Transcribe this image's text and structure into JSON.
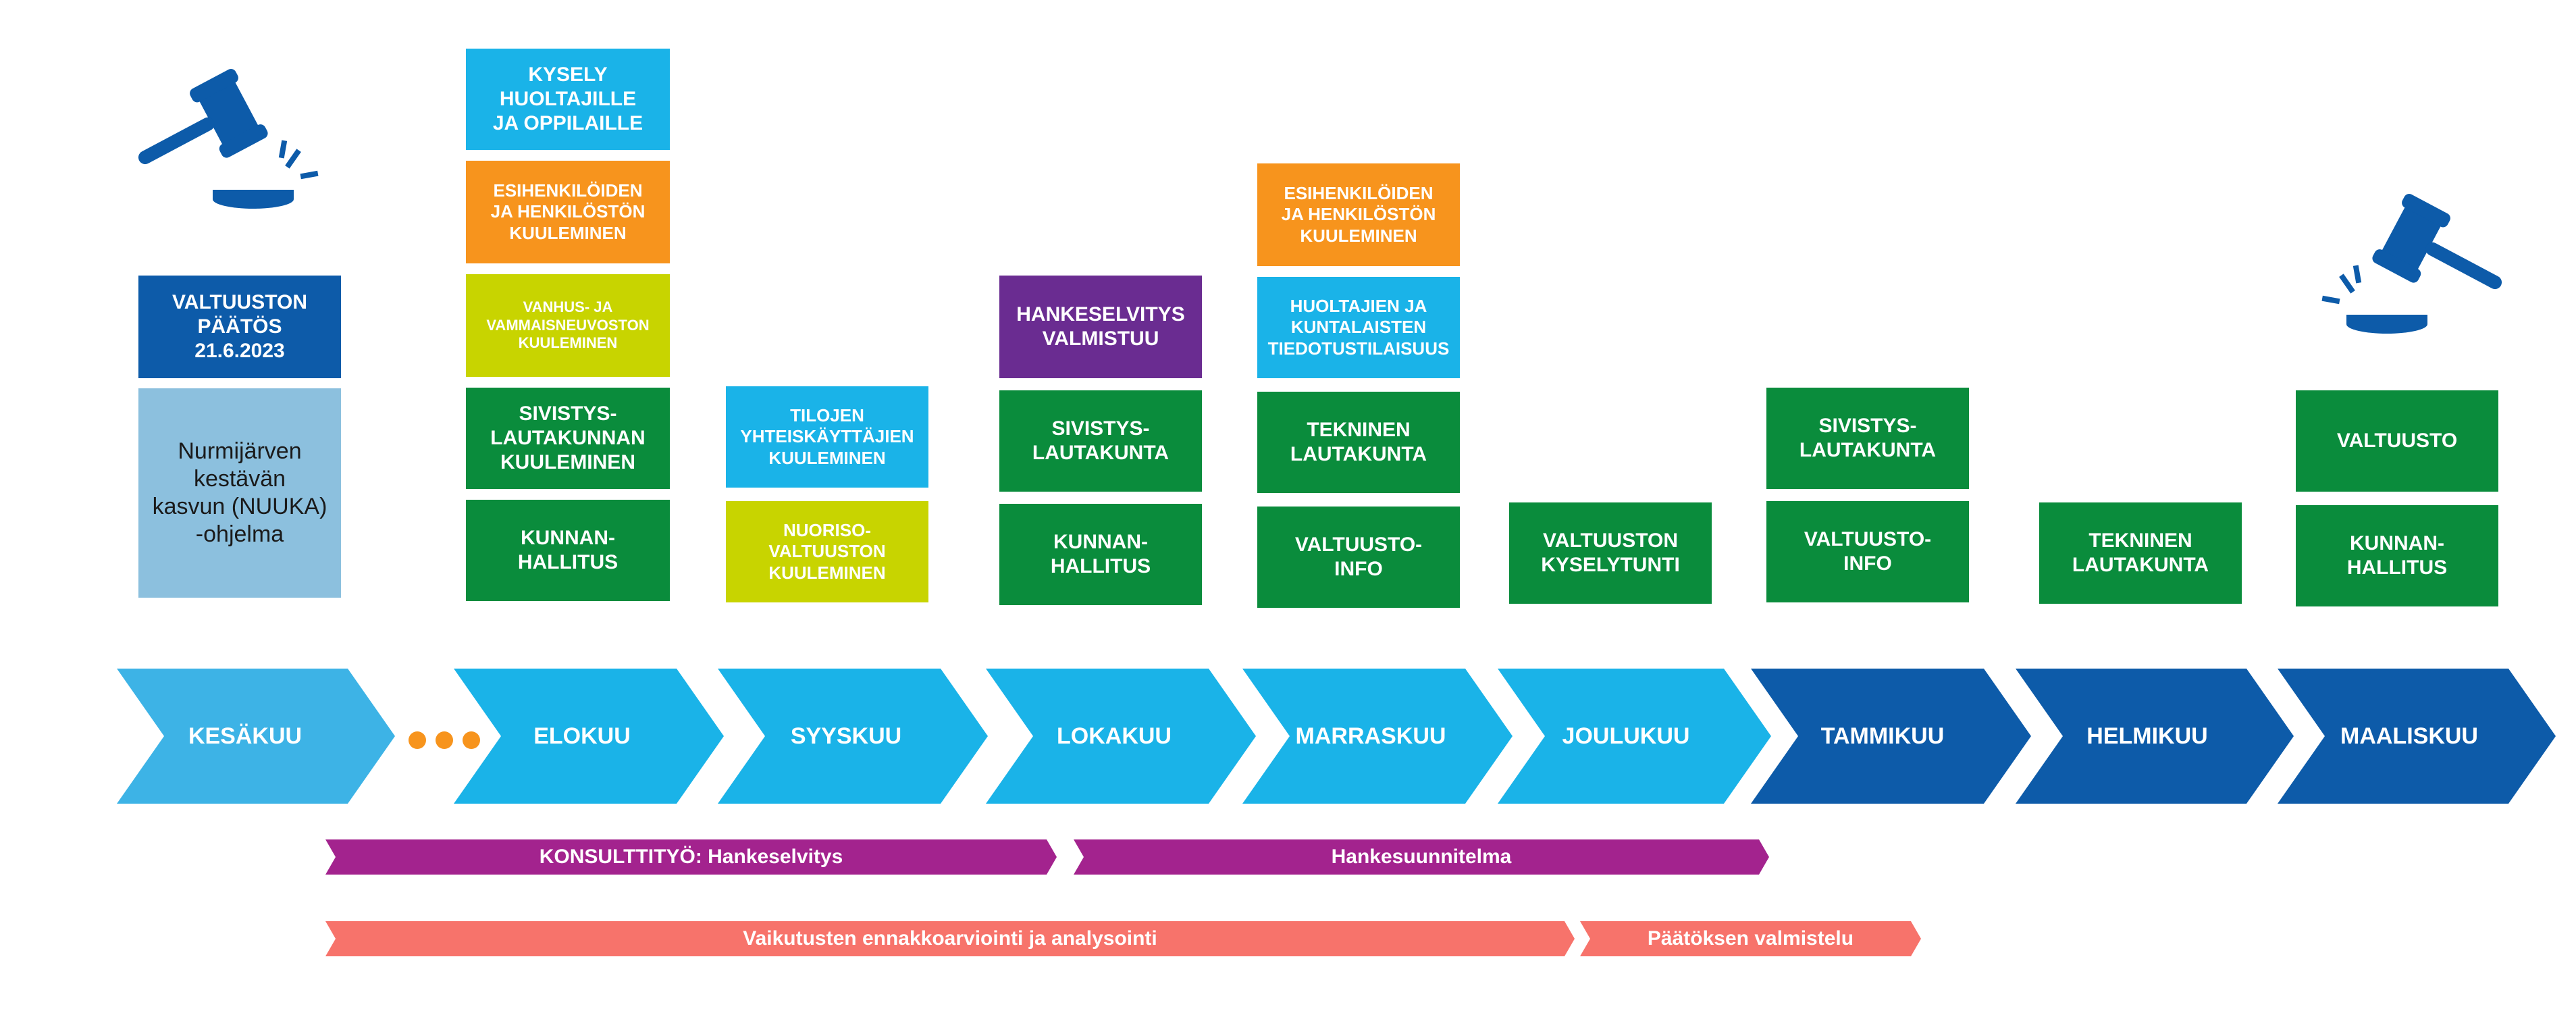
{
  "colors": {
    "dark_blue": "#0d5ba9",
    "sky_blue": "#1ab3e8",
    "light_blue": "#8cc0de",
    "green": "#0a8c3c",
    "orange": "#f7941d",
    "lime": "#c8d400",
    "purple": "#6a2c91",
    "magenta": "#a3238e",
    "salmon": "#f7736b",
    "month_light": "#3db3e6",
    "month_dark": "#0d5ba9"
  },
  "icons": [
    "gavel-icon-left",
    "gavel-icon-right"
  ],
  "months": [
    "KESÄKUU",
    "ELOKUU",
    "SYYSKUU",
    "LOKAKUU",
    "MARRASKUU",
    "JOULUKUU",
    "TAMMIKUU",
    "HELMIKUU",
    "MAALISKUU"
  ],
  "boxes": {
    "valtuuston_paatos": "VALTUUSTON\nPÄÄTÖS\n21.6.2023",
    "nuuka": "Nurmijärven\nkestävän\nkasvun (NUUKA)\n-ohjelma",
    "kysely": "KYSELY\nHUOLTAJILLE\nJA OPPILAILLE",
    "esihenkiloiden_1": "ESIHENKILÖIDEN\nJA HENKILÖSTÖN\nKUULEMINEN",
    "vanhus": "VANHUS- JA\nVAMMAISNEUVOSTON\nKUULEMINEN",
    "sivistys_kuuleminen": "SIVISTYS-\nLAUTAKUNNAN\nKUULEMINEN",
    "kunnanhallitus_1": "KUNNAN-\nHALLITUS",
    "tilojen": "TILOJEN\nYHTEISKÄYTTÄJIEN\nKUULEMINEN",
    "nuoriso": "NUORISO-\nVALTUUSTON\nKUULEMINEN",
    "hankeselvitys": "HANKESELVITYS\nVALMISTUU",
    "sivistys_lok": "SIVISTYS-\nLAUTAKUNTA",
    "kunnanhallitus_lok": "KUNNAN-\nHALLITUS",
    "esihenkiloiden_2": "ESIHENKILÖIDEN\nJA HENKILÖSTÖN\nKUULEMINEN",
    "huoltajien": "HUOLTAJIEN JA\nKUNTALAISTEN\nTIEDOTUSTILAISUUS",
    "tekninen_mar": "TEKNINEN\nLAUTAKUNTA",
    "valtuustoinfo_mar": "VALTUUSTO-\nINFO",
    "kyselytunti": "VALTUUSTON\nKYSELYTUNTI",
    "sivistys_tam": "SIVISTYS-\nLAUTAKUNTA",
    "valtuustoinfo_tam": "VALTUUSTO-\nINFO",
    "tekninen_hel": "TEKNINEN\nLAUTAKUNTA",
    "valtuusto": "VALTUUSTO",
    "kunnanhallitus_maa": "KUNNAN-\nHALLITUS"
  },
  "bars": {
    "konsulttityo": "KONSULTTITYÖ: Hankeselvitys",
    "hankesuunnitelma": "Hankesuunnitelma",
    "vaikutusten": "Vaikutusten ennakkoarviointi ja analysointi",
    "paatoksen": "Päätöksen valmistelu"
  }
}
